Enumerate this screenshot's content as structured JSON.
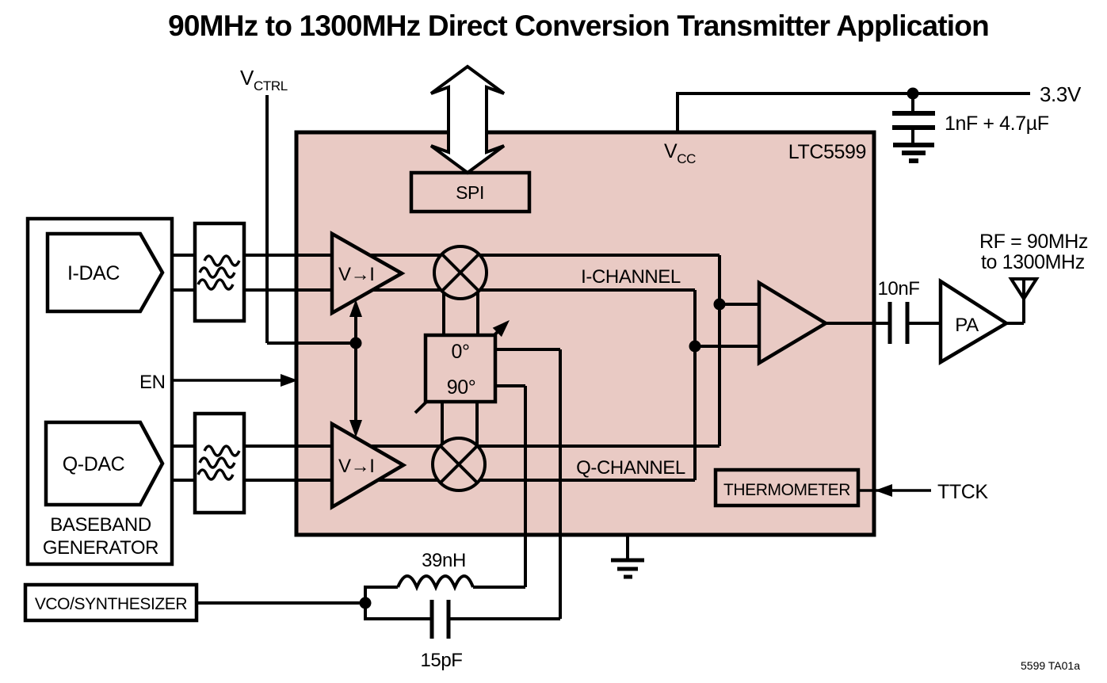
{
  "title": "90MHz to 1300MHz Direct Conversion Transmitter Application",
  "colors": {
    "chip_fill": "#e9cac4",
    "ink": "#000000",
    "background": "#ffffff"
  },
  "chip": {
    "part_number": "LTC5599",
    "vcc": {
      "main": "V",
      "sub": "CC"
    },
    "spi_label": "SPI",
    "phase_shifter": {
      "top": "0°",
      "bottom": "90°"
    },
    "vi_amp_label": "V→I",
    "i_channel_label": "I-CHANNEL",
    "q_channel_label": "Q-CHANNEL",
    "thermometer_label": "THERMOMETER"
  },
  "baseband": {
    "i_dac": "I-DAC",
    "q_dac": "Q-DAC",
    "name_line1": "BASEBAND",
    "name_line2": "GENERATOR",
    "en_label": "EN"
  },
  "vco_label": "VCO/SYNTHESIZER",
  "pins": {
    "vctrl": {
      "main": "V",
      "sub": "CTRL"
    },
    "ttck": "TTCK"
  },
  "supply": {
    "rail": "3.3V",
    "decoupling": "1nF + 4.7µF"
  },
  "output": {
    "coupling_cap": "10nF",
    "pa_label": "PA",
    "rf_line1": "RF = 90MHz",
    "rf_line2": "to 1300MHz"
  },
  "tank": {
    "inductor": "39nH",
    "capacitor": "15pF"
  },
  "footer": {
    "figure_id": "5599 TA01a"
  }
}
